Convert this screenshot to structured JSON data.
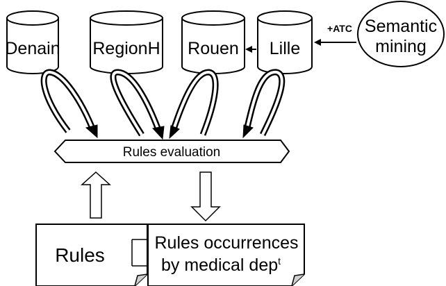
{
  "databases": [
    {
      "label": "Denain"
    },
    {
      "label": "RegionH"
    },
    {
      "label": "Rouen"
    },
    {
      "label": "Lille"
    }
  ],
  "semantic_mining": {
    "line1": "Semantic",
    "line2": "mining"
  },
  "atc_label": "+ATC",
  "process": {
    "label": "Rules evaluation"
  },
  "documents": {
    "rules": {
      "label": "Rules"
    },
    "occurrences": {
      "line1": "Rules occurrences",
      "line2": "by medical dep",
      "superscript": "t"
    }
  }
}
